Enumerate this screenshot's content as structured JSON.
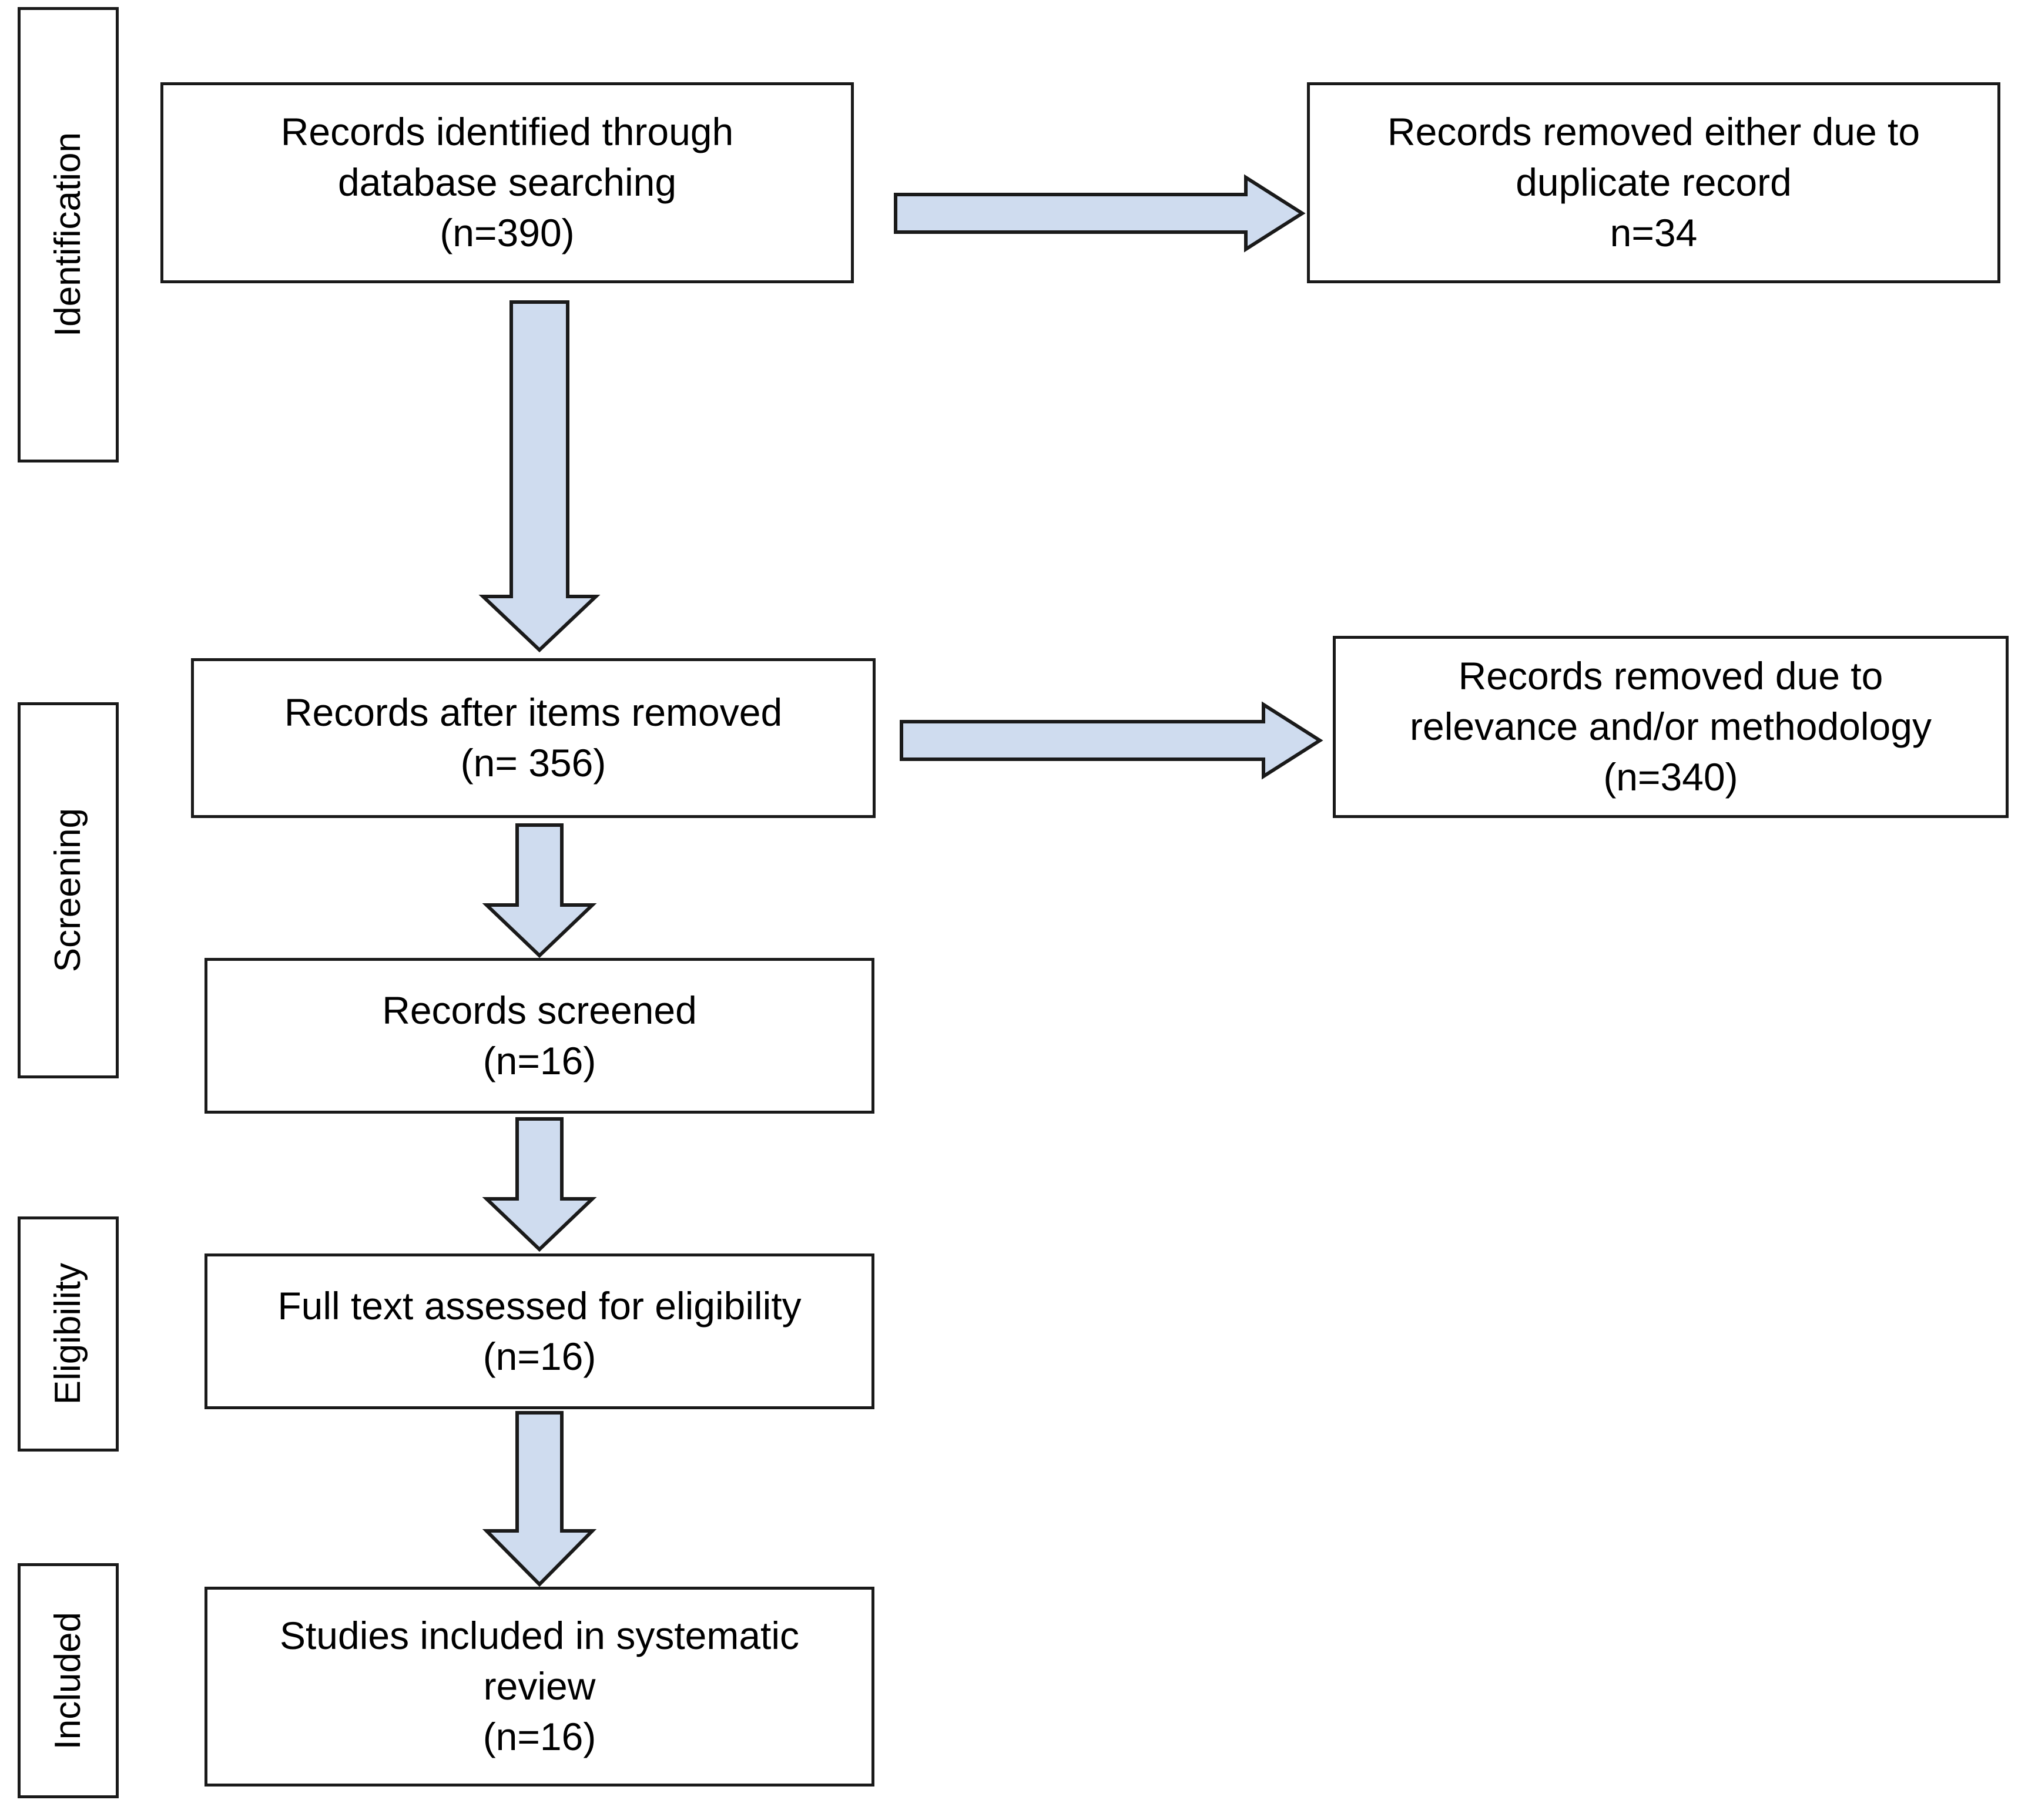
{
  "diagram": {
    "title": "PRISMA systematic review flow diagram",
    "accent_color": "#cfdcef",
    "line_color": "#1a1a1a",
    "background_color": "#ffffff"
  },
  "stages": [
    {
      "id": "identification",
      "label": "Identification"
    },
    {
      "id": "screening",
      "label": "Screening"
    },
    {
      "id": "eligibility",
      "label": "Eligibility"
    },
    {
      "id": "included",
      "label": "Included"
    }
  ],
  "boxes": {
    "identified": {
      "line1": "Records identified through",
      "line2": "database searching",
      "line3": "(n=390)",
      "count": 390
    },
    "duplicates_removed": {
      "line1": "Records removed either due to",
      "line2": "duplicate record",
      "line3": "n=34",
      "count": 34
    },
    "after_removal": {
      "line1": "Records after items removed",
      "line2": "(n= 356)",
      "count": 356
    },
    "relevance_removed": {
      "line1": "Records removed due to",
      "line2": "relevance and/or methodology",
      "line3": "(n=340)",
      "count": 340
    },
    "screened": {
      "line1": "Records screened",
      "line2": "(n=16)",
      "count": 16
    },
    "full_text": {
      "line1": "Full text assessed for eligibility",
      "line2": "(n=16)",
      "count": 16
    },
    "included_studies": {
      "line1": "Studies included in systematic",
      "line2": "review",
      "line3": "(n=16)",
      "count": 16
    }
  },
  "arrows": [
    {
      "id": "identified-to-duplicates",
      "direction": "right",
      "from": "identified",
      "to": "duplicates_removed"
    },
    {
      "id": "identified-to-after",
      "direction": "down",
      "from": "identified",
      "to": "after_removal"
    },
    {
      "id": "after-to-relevance",
      "direction": "right",
      "from": "after_removal",
      "to": "relevance_removed"
    },
    {
      "id": "after-to-screened",
      "direction": "down",
      "from": "after_removal",
      "to": "screened"
    },
    {
      "id": "screened-to-fulltext",
      "direction": "down",
      "from": "screened",
      "to": "full_text"
    },
    {
      "id": "fulltext-to-included",
      "direction": "down",
      "from": "full_text",
      "to": "included_studies"
    }
  ],
  "chart_data": {
    "type": "diagram",
    "title": "PRISMA flow of study selection",
    "nodes": [
      {
        "id": "identified",
        "stage": "Identification",
        "label": "Records identified through database searching",
        "n": 390
      },
      {
        "id": "duplicates_removed",
        "stage": "Identification",
        "label": "Records removed either due to duplicate record",
        "n": 34
      },
      {
        "id": "after_removal",
        "stage": "Screening",
        "label": "Records after items removed",
        "n": 356
      },
      {
        "id": "relevance_removed",
        "stage": "Screening",
        "label": "Records removed due to relevance and/or methodology",
        "n": 340
      },
      {
        "id": "screened",
        "stage": "Screening",
        "label": "Records screened",
        "n": 16
      },
      {
        "id": "full_text",
        "stage": "Eligibility",
        "label": "Full text assessed for eligibility",
        "n": 16
      },
      {
        "id": "included_studies",
        "stage": "Included",
        "label": "Studies included in systematic review",
        "n": 16
      }
    ],
    "edges": [
      {
        "from": "identified",
        "to": "duplicates_removed",
        "direction": "right"
      },
      {
        "from": "identified",
        "to": "after_removal",
        "direction": "down"
      },
      {
        "from": "after_removal",
        "to": "relevance_removed",
        "direction": "right"
      },
      {
        "from": "after_removal",
        "to": "screened",
        "direction": "down"
      },
      {
        "from": "screened",
        "to": "full_text",
        "direction": "down"
      },
      {
        "from": "full_text",
        "to": "included_studies",
        "direction": "down"
      }
    ]
  }
}
